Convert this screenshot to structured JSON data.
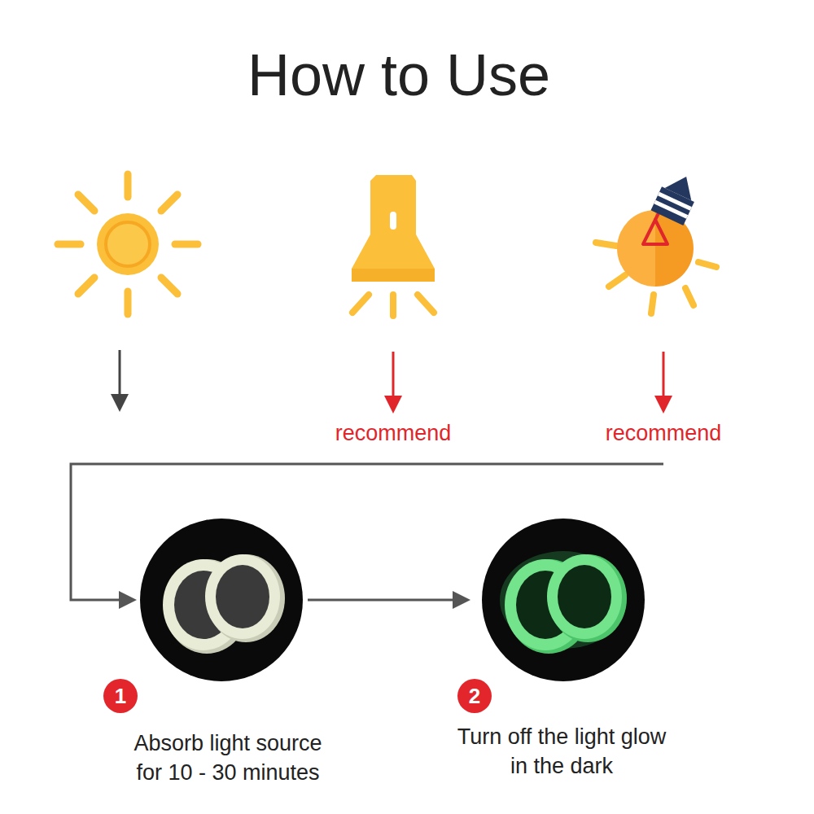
{
  "diagram": {
    "title": "How to Use",
    "nodes": [
      {
        "text": [
          "Absorb light source for 10 - 30 minutes"
        ]
      },
      {
        "text": [
          "Turn off the light glow in the dark"
        ]
      }
    ],
    "edges": [
      {
        "from": 0,
        "to": 1,
        "arrow": "to"
      }
    ],
    "labels": [
      "recommend",
      "recommend",
      "1",
      "2"
    ]
  }
}
